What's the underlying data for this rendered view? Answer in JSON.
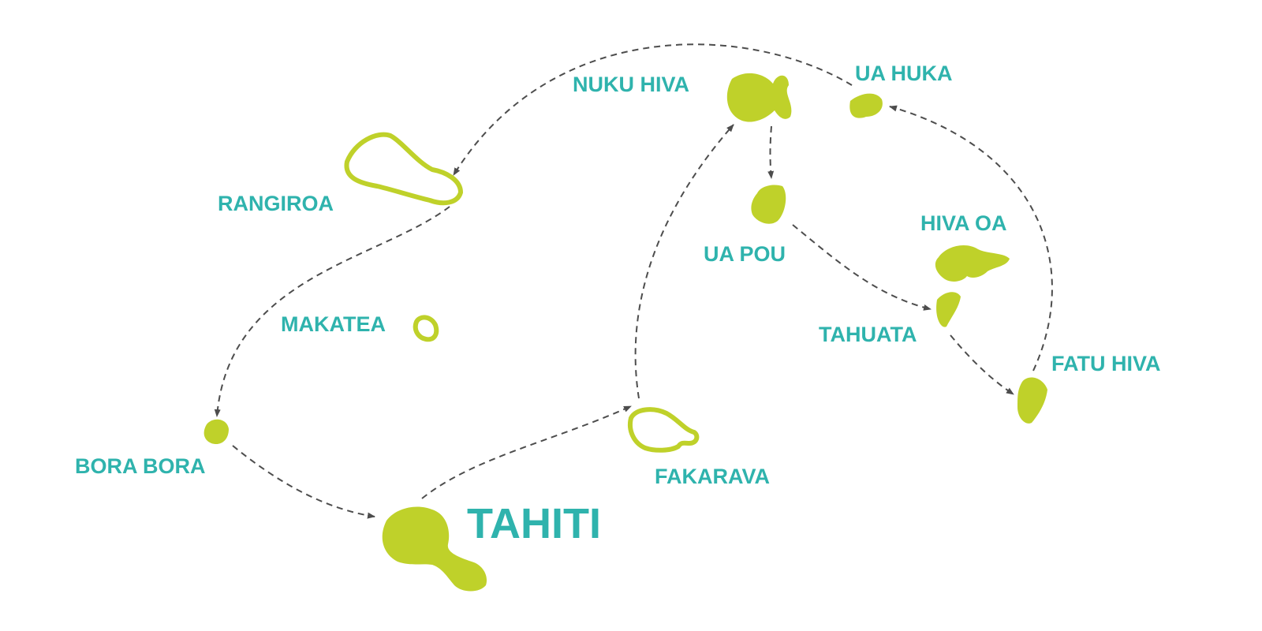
{
  "colors": {
    "island": "#bfd12a",
    "label": "#2fb3ad",
    "route": "#4d4d4d",
    "background": "#ffffff"
  },
  "labels": {
    "nuku_hiva": "NUKU HIVA",
    "ua_huka": "UA HUKA",
    "rangiroa": "RANGIROA",
    "ua_pou": "UA POU",
    "hiva_oa": "HIVA OA",
    "makatea": "MAKATEA",
    "tahuata": "TAHUATA",
    "fatu_hiva": "FATU HIVA",
    "bora_bora": "BORA BORA",
    "fakarava": "FAKARAVA",
    "tahiti": "TAHITI"
  },
  "route_order": [
    "TAHITI",
    "FAKARAVA",
    "NUKU HIVA",
    "UA POU",
    "TAHUATA",
    "FATU HIVA",
    "UA HUKA",
    "RANGIROA",
    "BORA BORA",
    "TAHITI"
  ]
}
